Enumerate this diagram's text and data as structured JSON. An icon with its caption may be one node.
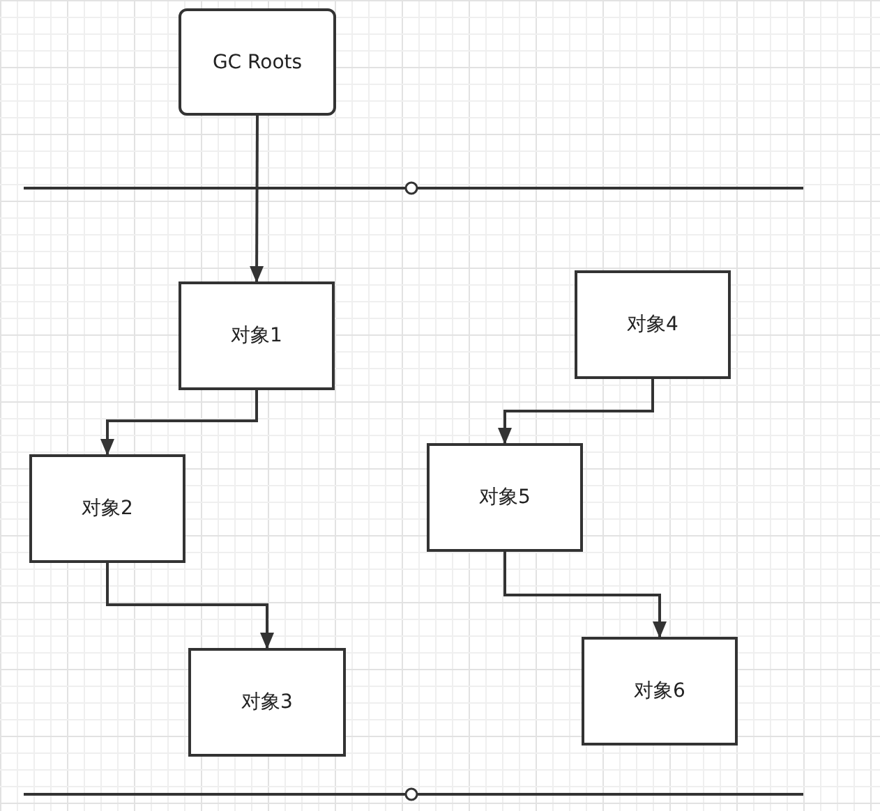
{
  "diagram": {
    "nodes": [
      {
        "text": [
          "GC Roots"
        ]
      },
      {
        "text": [
          "对象1"
        ]
      },
      {
        "text": [
          "对象2"
        ]
      },
      {
        "text": [
          "对象3"
        ]
      },
      {
        "text": [
          "对象4"
        ]
      },
      {
        "text": [
          "对象5"
        ]
      },
      {
        "text": [
          "对象6"
        ]
      }
    ],
    "edges": [
      {
        "from": 0,
        "to": 1,
        "arrow": "to"
      },
      {
        "from": 1,
        "to": 2,
        "arrow": "to"
      },
      {
        "from": 2,
        "to": 3,
        "arrow": "to"
      },
      {
        "from": 4,
        "to": 5,
        "arrow": "to"
      },
      {
        "from": 5,
        "to": 6,
        "arrow": "to"
      }
    ]
  }
}
